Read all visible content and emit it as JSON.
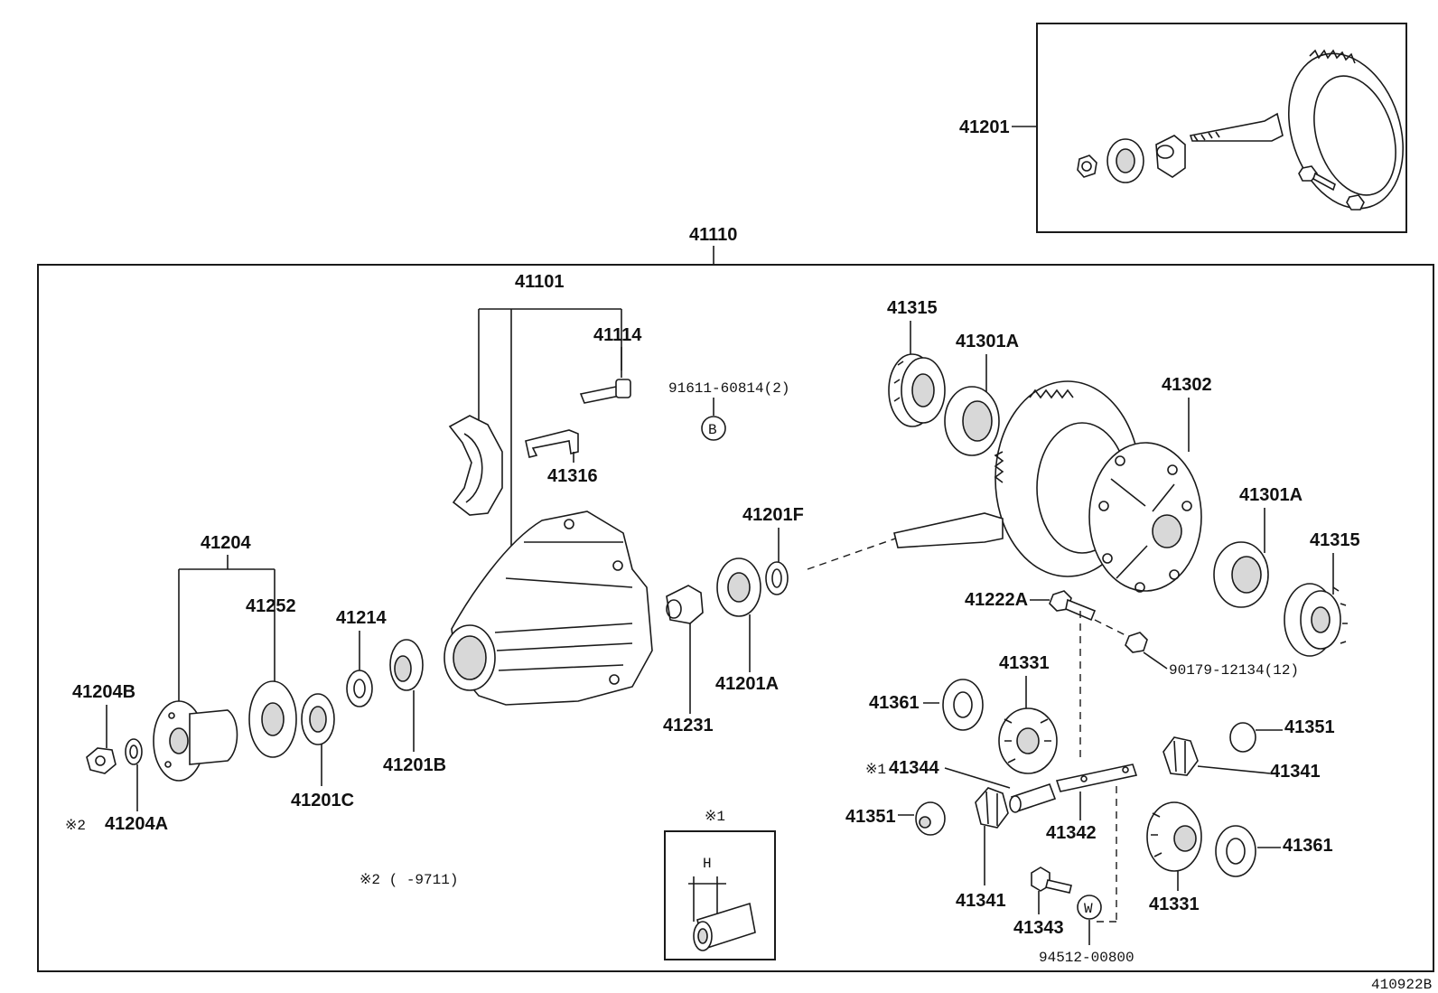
{
  "diagram_code": "410922B",
  "labels": {
    "p41201": "41201",
    "p41110": "41110",
    "p41101": "41101",
    "p41114": "41114",
    "p91611": "91611-60814(2)",
    "circleB": "B",
    "p41316": "41316",
    "p41315_top": "41315",
    "p41301A_top": "41301A",
    "p41302": "41302",
    "p41301A_right": "41301A",
    "p41315_right": "41315",
    "p41201F": "41201F",
    "p41201A": "41201A",
    "p41231": "41231",
    "p41204": "41204",
    "p41252": "41252",
    "p41214": "41214",
    "p41204B": "41204B",
    "p41201B": "41201B",
    "p41201C": "41201C",
    "mark2_left": "※2",
    "p41204A": "41204A",
    "p41222A": "41222A",
    "p90179": "90179-12134(12)",
    "p41331_top": "41331",
    "p41361_left": "41361",
    "p41351_right": "41351",
    "p41341_right": "41341",
    "mark1_41344": "※1",
    "p41344": "41344",
    "p41342": "41342",
    "p41351_left": "41351",
    "p41361_right": "41361",
    "p41341_bottom": "41341",
    "p41343": "41343",
    "circleW": "W",
    "p94512": "94512-00800",
    "p41331_bottom": "41331",
    "note2": "※2 (    -9711)",
    "inset_mark": "※1",
    "inset_H": "H"
  }
}
